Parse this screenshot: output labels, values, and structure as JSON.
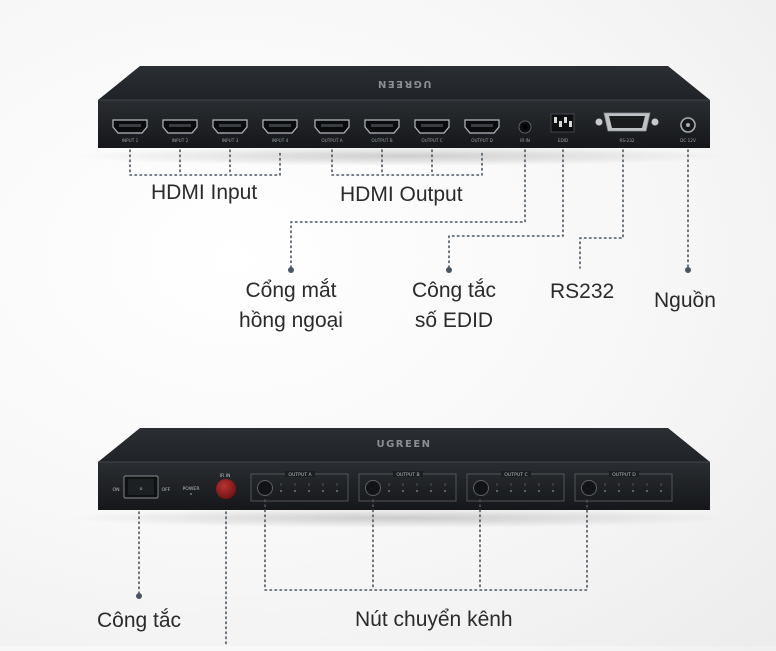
{
  "top_device": {
    "brand": "UGREEN",
    "ports": {
      "hdmi_in": [
        "INPUT 1",
        "INPUT 2",
        "INPUT 3",
        "INPUT 4"
      ],
      "hdmi_out": [
        "OUTPUT A",
        "OUTPUT B",
        "OUTPUT C",
        "OUTPUT D"
      ],
      "ir": "IR IN",
      "edid": "EDID",
      "rs232": "RS-232",
      "dc": "DC 12V"
    }
  },
  "bottom_device": {
    "brand": "UGREEN",
    "on": "ON",
    "off": "OFF",
    "power": "POWER",
    "ir": "IR IN",
    "outputs": [
      "OUTPUT A",
      "OUTPUT B",
      "OUTPUT C",
      "OUTPUT D"
    ]
  },
  "labels": {
    "hdmi_input": "HDMI Input",
    "hdmi_output": "HDMI Output",
    "ir_port_line1": "Cổng mắt",
    "ir_port_line2": "hồng ngoại",
    "edid_switch_line1": "Công tắc",
    "edid_switch_line2": "số EDID",
    "rs232": "RS232",
    "power": "Nguồn",
    "switch": "Công tắc",
    "channel_buttons": "Nút chuyển kênh"
  },
  "colors": {
    "device_body": "#1e2124",
    "device_top": "#2c3034",
    "leader_line": "#4a5560",
    "ir_button": "#8b1a1a",
    "label_text": "#2a2a2a"
  }
}
